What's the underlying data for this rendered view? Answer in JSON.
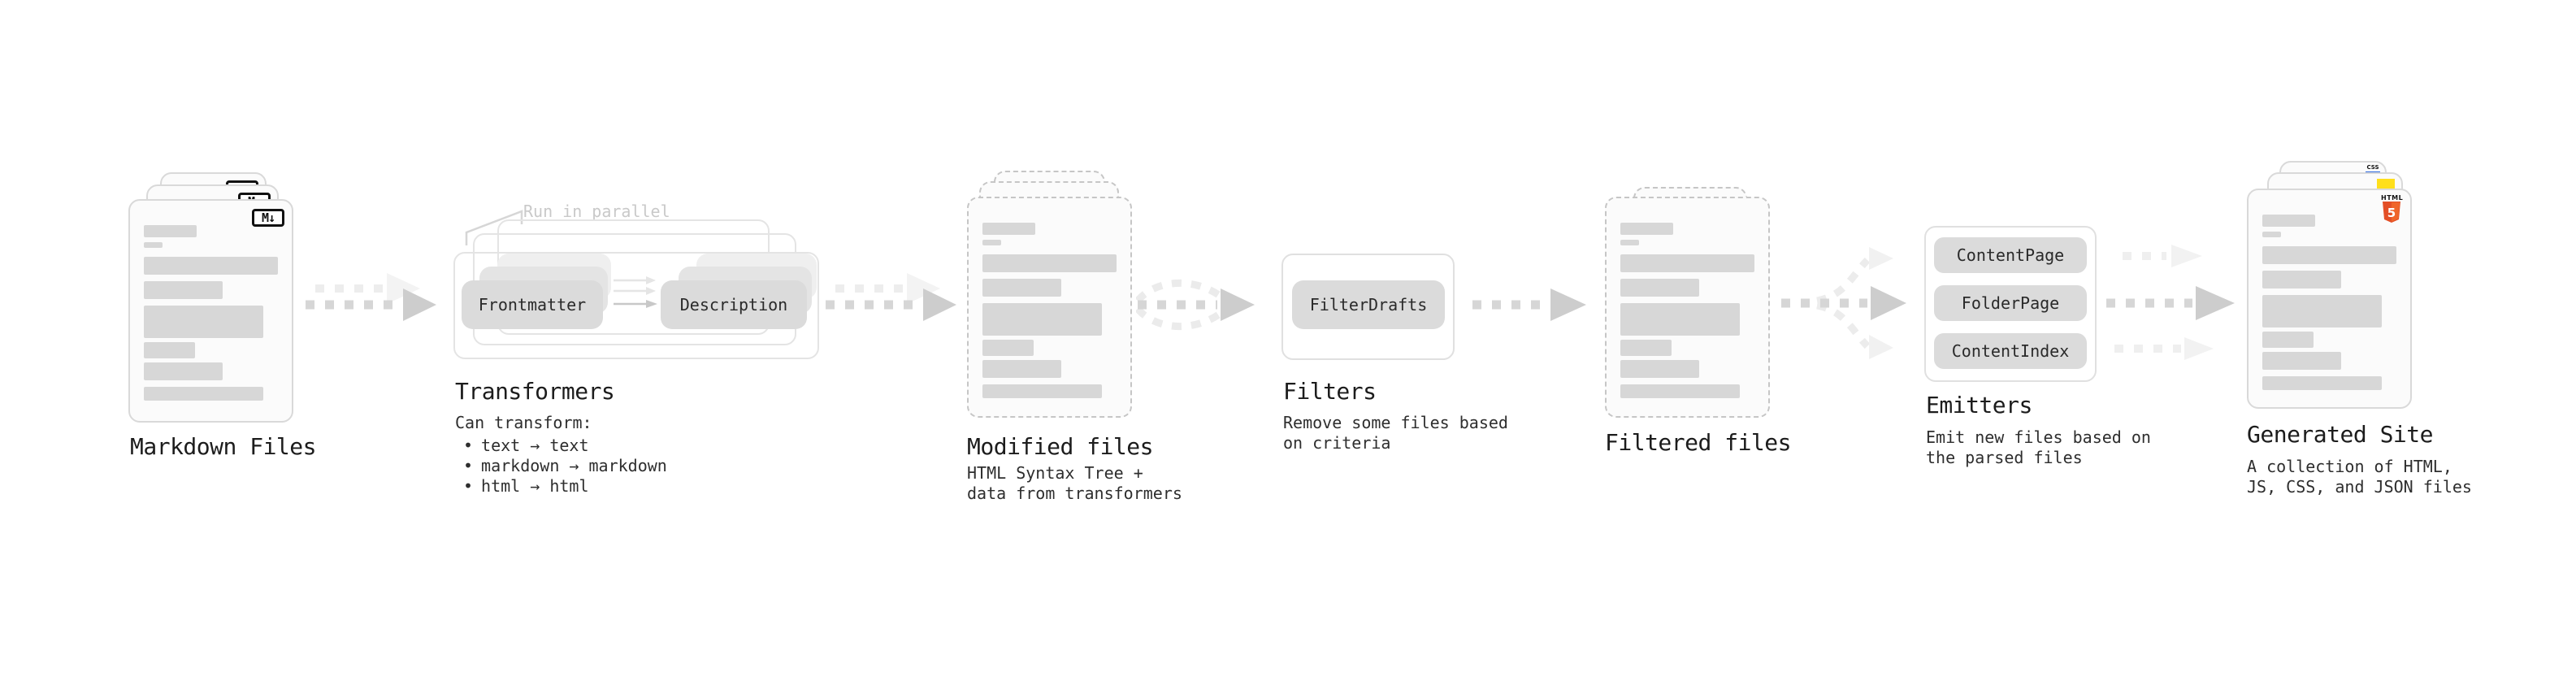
{
  "ui": {
    "bullet_char": "•"
  },
  "colors": {
    "background": "#ffffff",
    "card_fill": "#fbfbfb",
    "bar_gray": "#d7d7d7",
    "pill_gray": "#dbdbdb",
    "html5_orange": "#e34f26",
    "js_yellow": "#ffdf1b",
    "css_blue": "#2f6ae0"
  },
  "sections": {
    "markdown_files": {
      "label": "Markdown Files",
      "badge": "M↓"
    },
    "transformers": {
      "label": "Transformers",
      "note": "Run in parallel",
      "buttons": [
        "Frontmatter",
        "Description"
      ],
      "desc_title": "Can transform:",
      "bullets": [
        "text → text",
        "markdown → markdown",
        "html → html"
      ]
    },
    "modified_files": {
      "label": "Modified files",
      "desc_lines": [
        "HTML Syntax Tree +",
        "data from transformers"
      ]
    },
    "filters": {
      "label": "Filters",
      "buttons": [
        "FilterDrafts"
      ],
      "desc_lines": [
        "Remove some files based",
        "on criteria"
      ]
    },
    "filtered_files": {
      "label": "Filtered files"
    },
    "emitters": {
      "label": "Emitters",
      "buttons": [
        "ContentPage",
        "FolderPage",
        "ContentIndex"
      ],
      "desc_lines": [
        "Emit new files based on",
        "the parsed files"
      ]
    },
    "generated_site": {
      "label": "Generated Site",
      "desc_lines": [
        "A collection of HTML,",
        "JS, CSS, and JSON files"
      ],
      "badges": {
        "html5_text": "HTML",
        "html5_number": "5",
        "css": "CSS"
      }
    }
  }
}
